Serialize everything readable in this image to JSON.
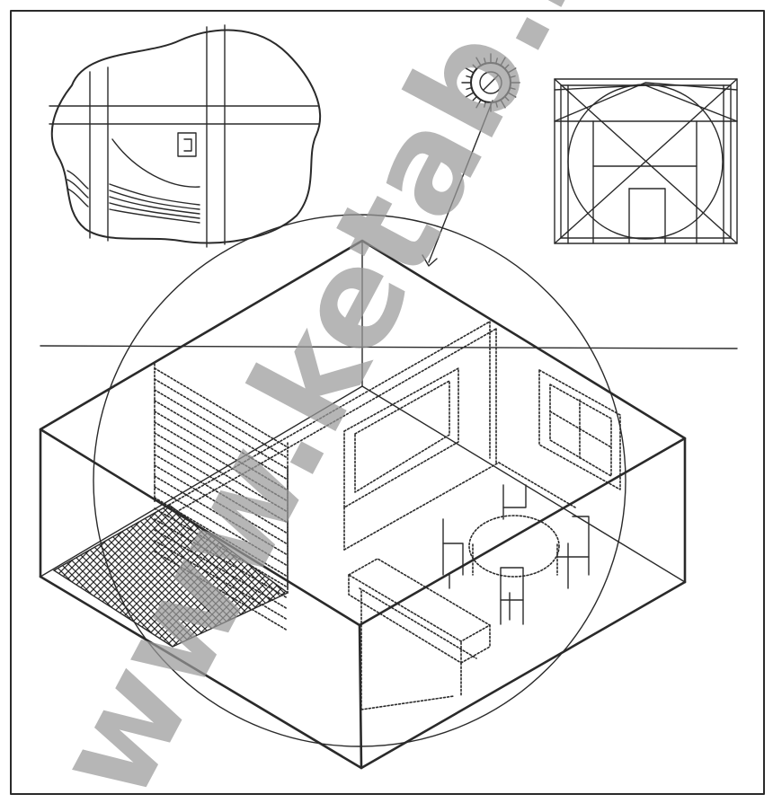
{
  "figure": {
    "watermark": "www.ketab.ir",
    "colors": {
      "ink": "#2a2a2a",
      "background": "#ffffff",
      "watermark": "#9a9a9a"
    },
    "insets": [
      {
        "name": "site-plan",
        "icon": "site-map-icon"
      },
      {
        "name": "sun",
        "icon": "sun-icon"
      },
      {
        "name": "proportion-grid",
        "icon": "proportion-diagram-icon"
      }
    ],
    "main": {
      "name": "isometric-room",
      "icon": "isometric-room-icon"
    }
  }
}
